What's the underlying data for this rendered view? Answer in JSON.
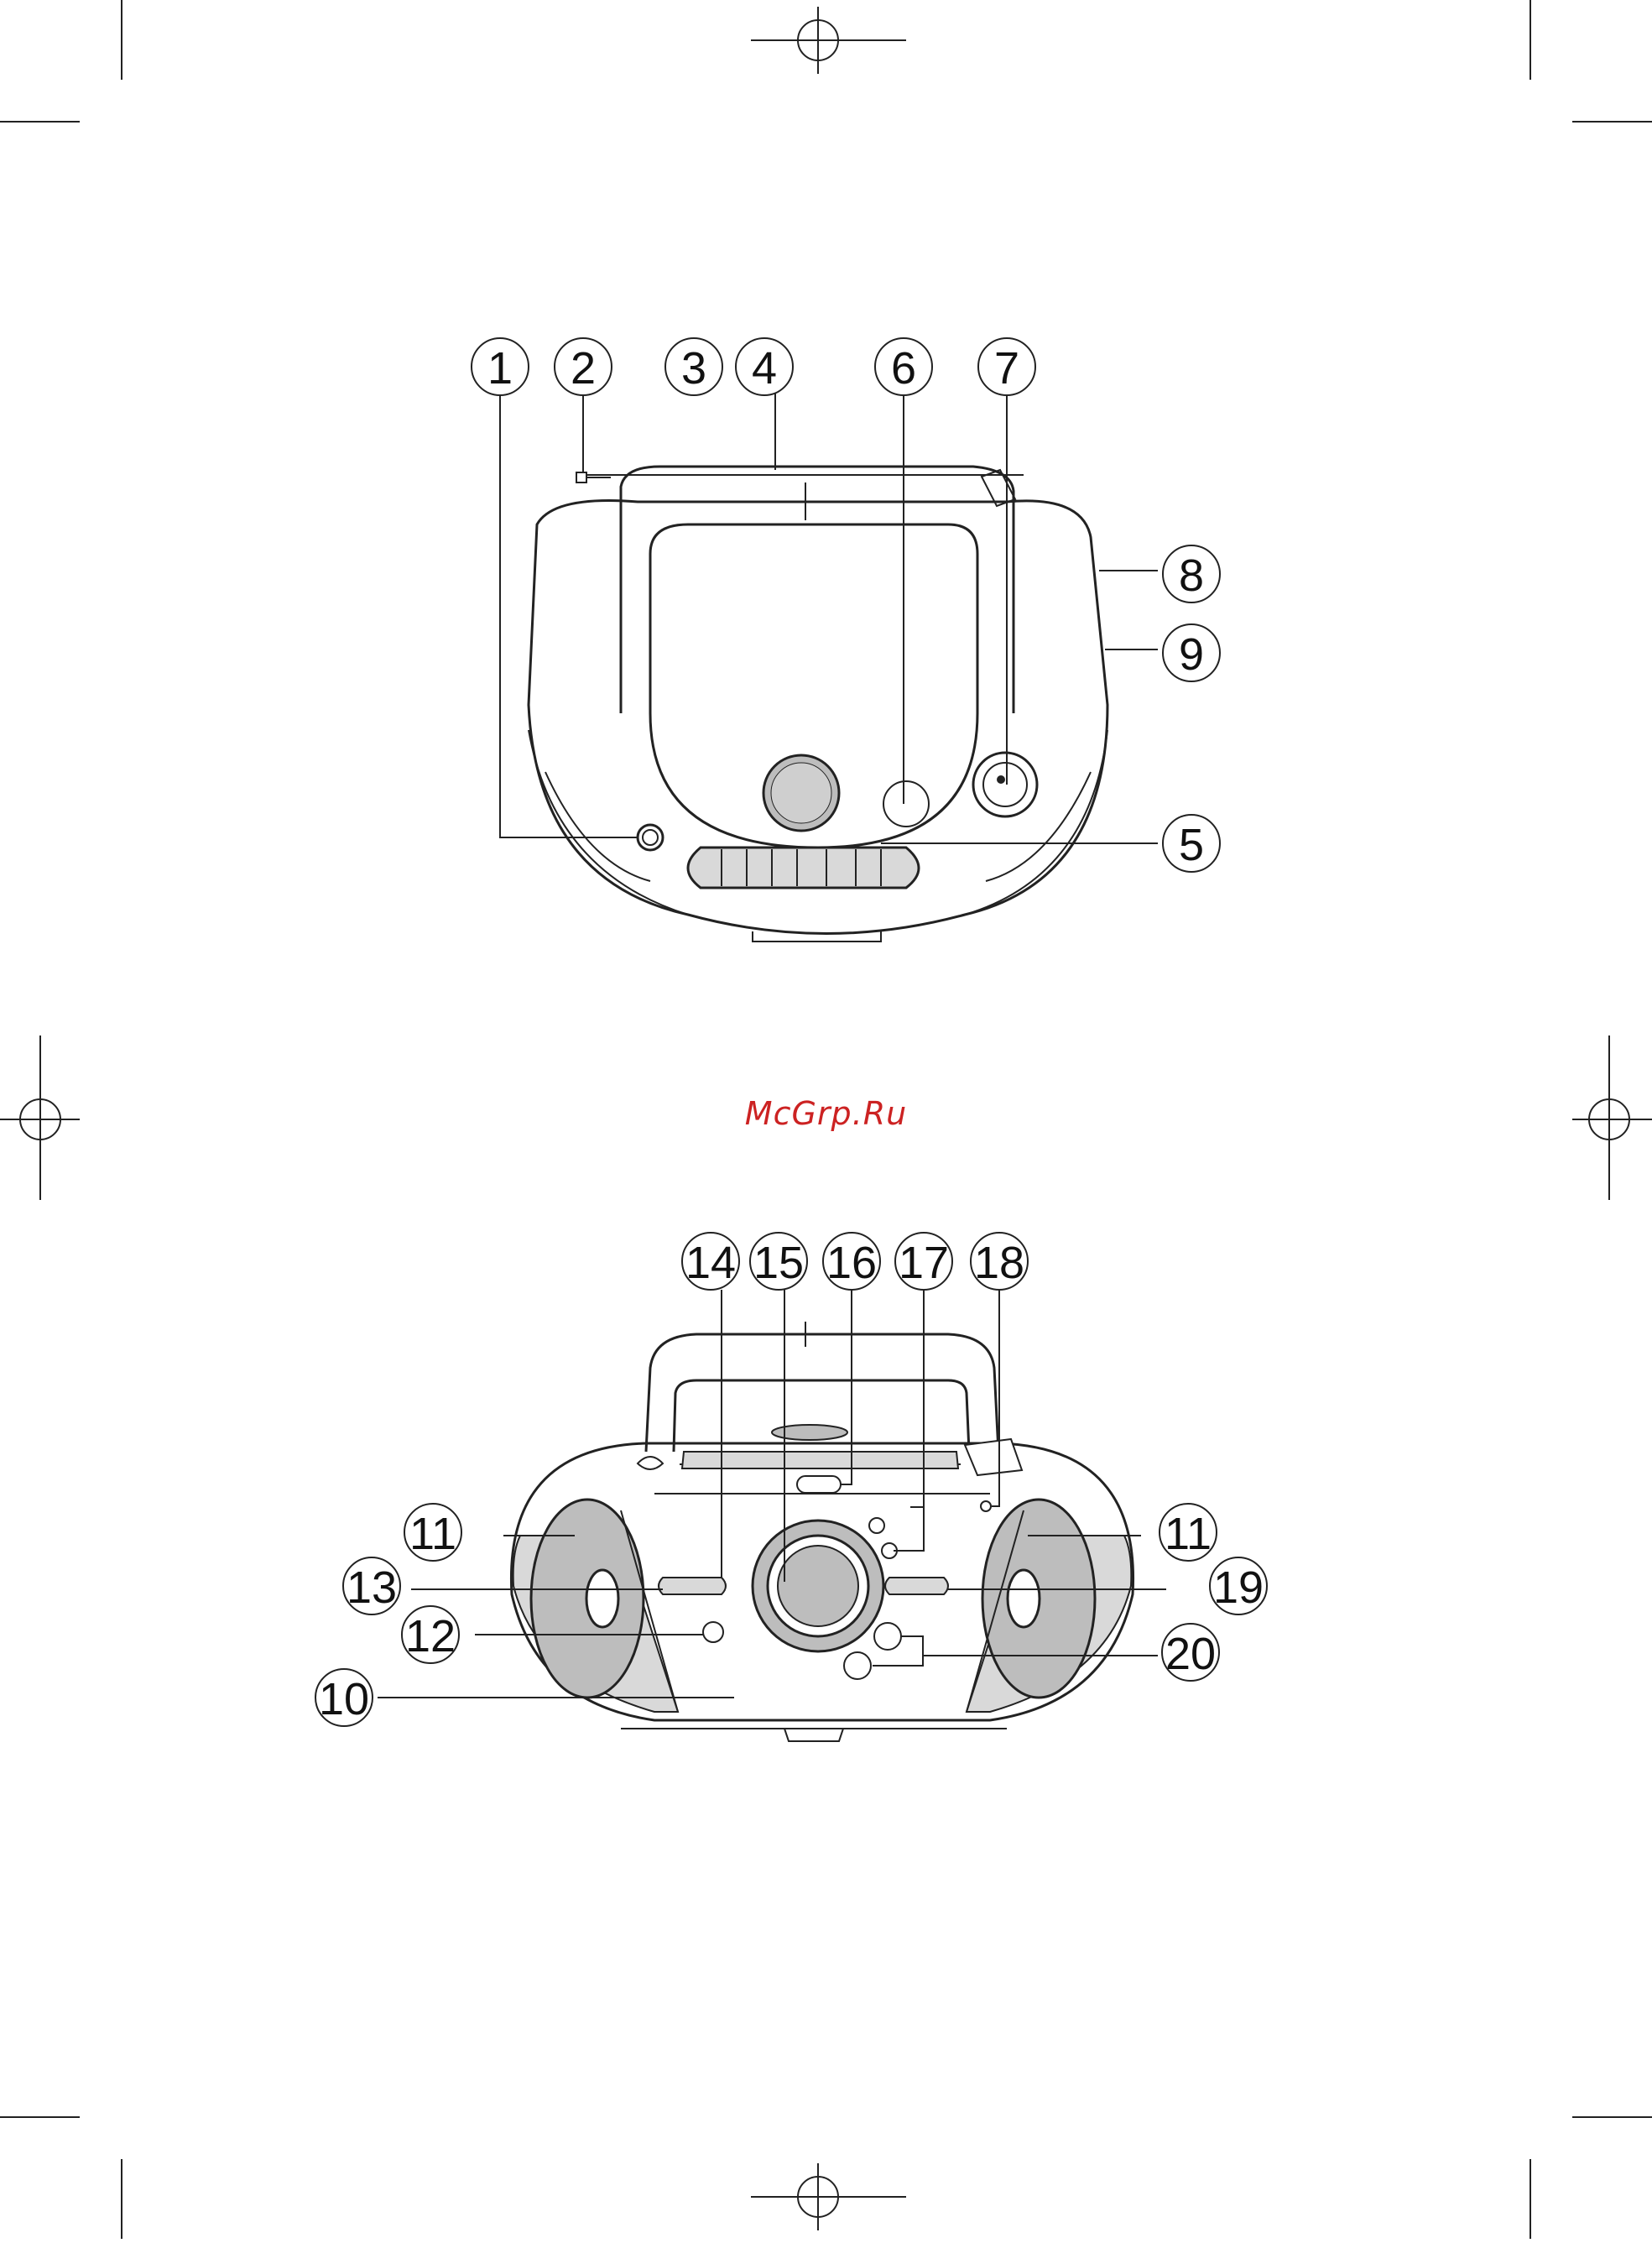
{
  "watermark": "McGrp.Ru",
  "figure_top": {
    "callouts": [
      "1",
      "2",
      "3",
      "4",
      "5",
      "6",
      "7",
      "8",
      "9"
    ]
  },
  "figure_bottom": {
    "callouts": [
      "14",
      "15",
      "16",
      "17",
      "18",
      "11",
      "11",
      "13",
      "19",
      "12",
      "20",
      "10"
    ]
  },
  "colors": {
    "line": "#222222",
    "panel_grey": "#d9d9d9",
    "speaker_grey": "#bdbdbd",
    "watermark": "#cc2222"
  }
}
